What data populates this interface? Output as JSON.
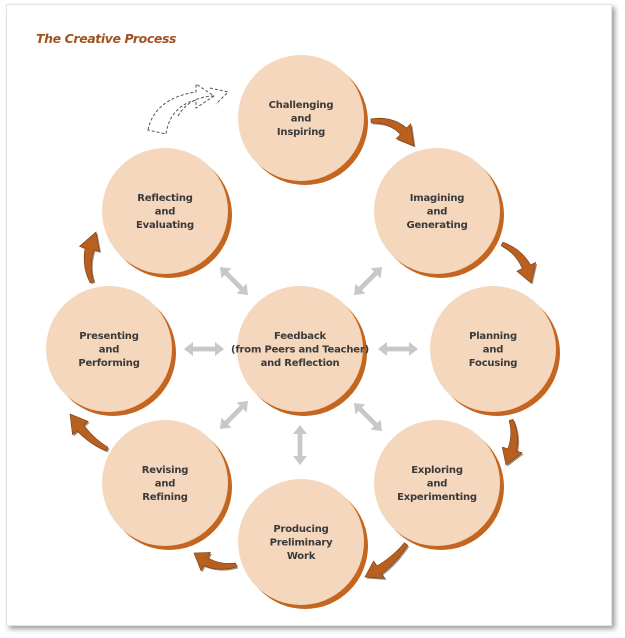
{
  "title": "The Creative Process",
  "colors": {
    "circle_fill": "#f5d7bd",
    "circle_shadow": "#c4661f",
    "arrow_fill": "#b8601f",
    "double_arrow": "#c8c8c8",
    "title": "#a0531f"
  },
  "center": {
    "lines": [
      "Feedback",
      "(from Peers and Teacher)",
      "and Reflection"
    ]
  },
  "nodes": [
    {
      "id": "challenging",
      "lines": [
        "Challenging",
        "and",
        "Inspiring"
      ]
    },
    {
      "id": "imagining",
      "lines": [
        "Imagining",
        "and",
        "Generating"
      ]
    },
    {
      "id": "planning",
      "lines": [
        "Planning",
        "and",
        "Focusing"
      ]
    },
    {
      "id": "exploring",
      "lines": [
        "Exploring",
        "and",
        "Experimenting"
      ]
    },
    {
      "id": "producing",
      "lines": [
        "Producing",
        "Preliminary",
        "Work"
      ]
    },
    {
      "id": "revising",
      "lines": [
        "Revising",
        "and",
        "Refining"
      ]
    },
    {
      "id": "presenting",
      "lines": [
        "Presenting",
        "and",
        "Performing"
      ]
    },
    {
      "id": "reflecting",
      "lines": [
        "Reflecting",
        "and",
        "Evaluating"
      ]
    }
  ]
}
